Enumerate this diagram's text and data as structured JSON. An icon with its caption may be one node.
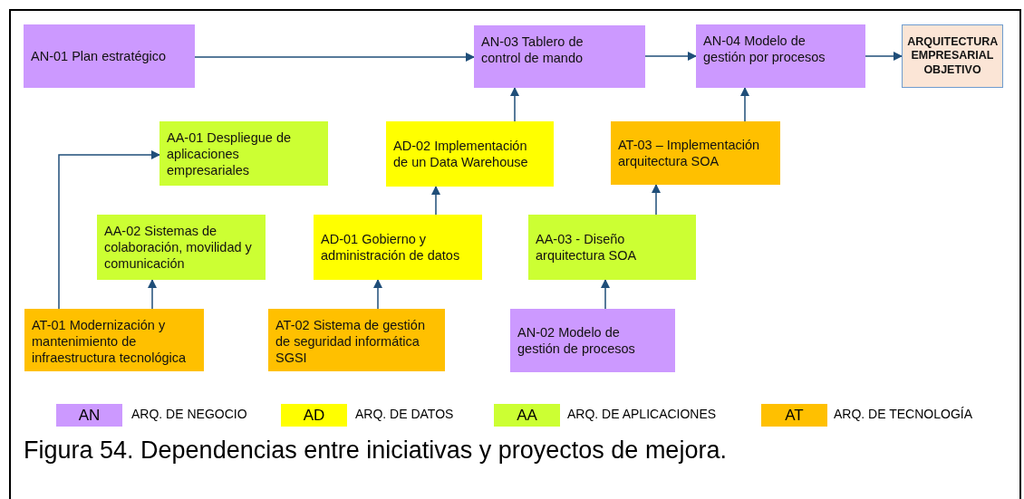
{
  "diagram": {
    "caption": "Figura 54. Dependencias entre iniciativas y proyectos de mejora.",
    "nodes": [
      {
        "text": [
          "AN-01 Plan estratégico"
        ]
      },
      {
        "text": [
          "AN-03 Tablero de control de mando"
        ]
      },
      {
        "text": [
          "AN-04 Modelo de gestión por procesos"
        ]
      },
      {
        "text": [
          "ARQUITECTURA EMPRESARIAL OBJETIVO"
        ]
      },
      {
        "text": [
          "AA-01 Despliegue de aplicaciones empresariales"
        ]
      },
      {
        "text": [
          "AD-02 Implementación de un Data Warehouse"
        ]
      },
      {
        "text": [
          "AT-03 – Implementación arquitectura SOA"
        ]
      },
      {
        "text": [
          "AA-02 Sistemas de colaboración, movilidad y comunicación"
        ]
      },
      {
        "text": [
          "AD-01 Gobierno y administración de datos"
        ]
      },
      {
        "text": [
          "AA-03 - Diseño arquitectura SOA"
        ]
      },
      {
        "text": [
          "AT-01 Modernización y mantenimiento de infraestructura tecnológica"
        ]
      },
      {
        "text": [
          "AT-02 Sistema de gestión de seguridad informática SGSI"
        ]
      },
      {
        "text": [
          "AN-02 Modelo de gestión de procesos"
        ]
      }
    ],
    "edges": [
      {
        "from": 0,
        "to": 1,
        "arrow": "to"
      },
      {
        "from": 1,
        "to": 2,
        "arrow": "to"
      },
      {
        "from": 2,
        "to": 3,
        "arrow": "to"
      },
      {
        "from": 5,
        "to": 1,
        "arrow": "to"
      },
      {
        "from": 6,
        "to": 2,
        "arrow": "to"
      },
      {
        "from": 10,
        "to": 4,
        "arrow": "to"
      },
      {
        "from": 10,
        "to": 7,
        "arrow": "to"
      },
      {
        "from": 8,
        "to": 5,
        "arrow": "to"
      },
      {
        "from": 9,
        "to": 6,
        "arrow": "to"
      },
      {
        "from": 11,
        "to": 8,
        "arrow": "to"
      },
      {
        "from": 12,
        "to": 9,
        "arrow": "to"
      }
    ],
    "labels": [
      "AN",
      "AD",
      "AA",
      "AT"
    ],
    "legend": [
      {
        "text": "ARQ. DE NEGOCIO",
        "color": "#cc99ff"
      },
      {
        "text": "ARQ. DE DATOS",
        "color": "#ffff00"
      },
      {
        "text": "ARQ. DE APLICACIONES",
        "color": "#ccff33"
      },
      {
        "text": "ARQ. DE TECNOLOGÍA",
        "color": "#ffc000"
      }
    ]
  }
}
